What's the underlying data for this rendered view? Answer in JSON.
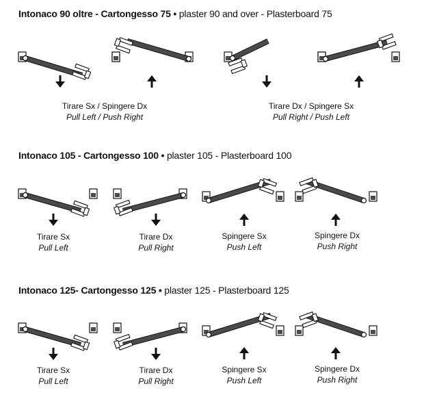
{
  "sections": [
    {
      "heading_bold": "Intonaco 90 oltre - Cartongesso 75",
      "separator": " • ",
      "heading_light": "plaster 90 and over - Plasterboard 75",
      "labels": [
        {
          "main": "Tirare Sx / Spingere Dx",
          "sub": "Pull Left / Push Right"
        },
        {
          "main": "Tirare Dx / Spingere Sx",
          "sub": "Pull Right / Push Left"
        }
      ]
    },
    {
      "heading_bold": "Intonaco 105 - Cartongesso 100",
      "separator": " • ",
      "heading_light": "plaster 105 - Plasterboard 100",
      "labels": [
        {
          "main": "Tirare Sx",
          "sub": "Pull Left"
        },
        {
          "main": "Tirare Dx",
          "sub": "Pull Right"
        },
        {
          "main": "Spingere Sx",
          "sub": "Push Left"
        },
        {
          "main": "Spingere Dx",
          "sub": "Push Right"
        }
      ]
    },
    {
      "heading_bold": "Intonaco 125- Cartongesso 125",
      "separator": " • ",
      "heading_light": "plaster 125 - Plasterboard 125",
      "labels": [
        {
          "main": "Tirare Sx",
          "sub": "Pull Left"
        },
        {
          "main": "Tirare Dx",
          "sub": "Pull Right"
        },
        {
          "main": "Spingere Sx",
          "sub": "Push Left"
        },
        {
          "main": "Spingere Dx",
          "sub": "Push Right"
        }
      ]
    }
  ],
  "colors": {
    "door": "#4a4a4a",
    "outline": "#111111",
    "handle": "#ffffff"
  }
}
